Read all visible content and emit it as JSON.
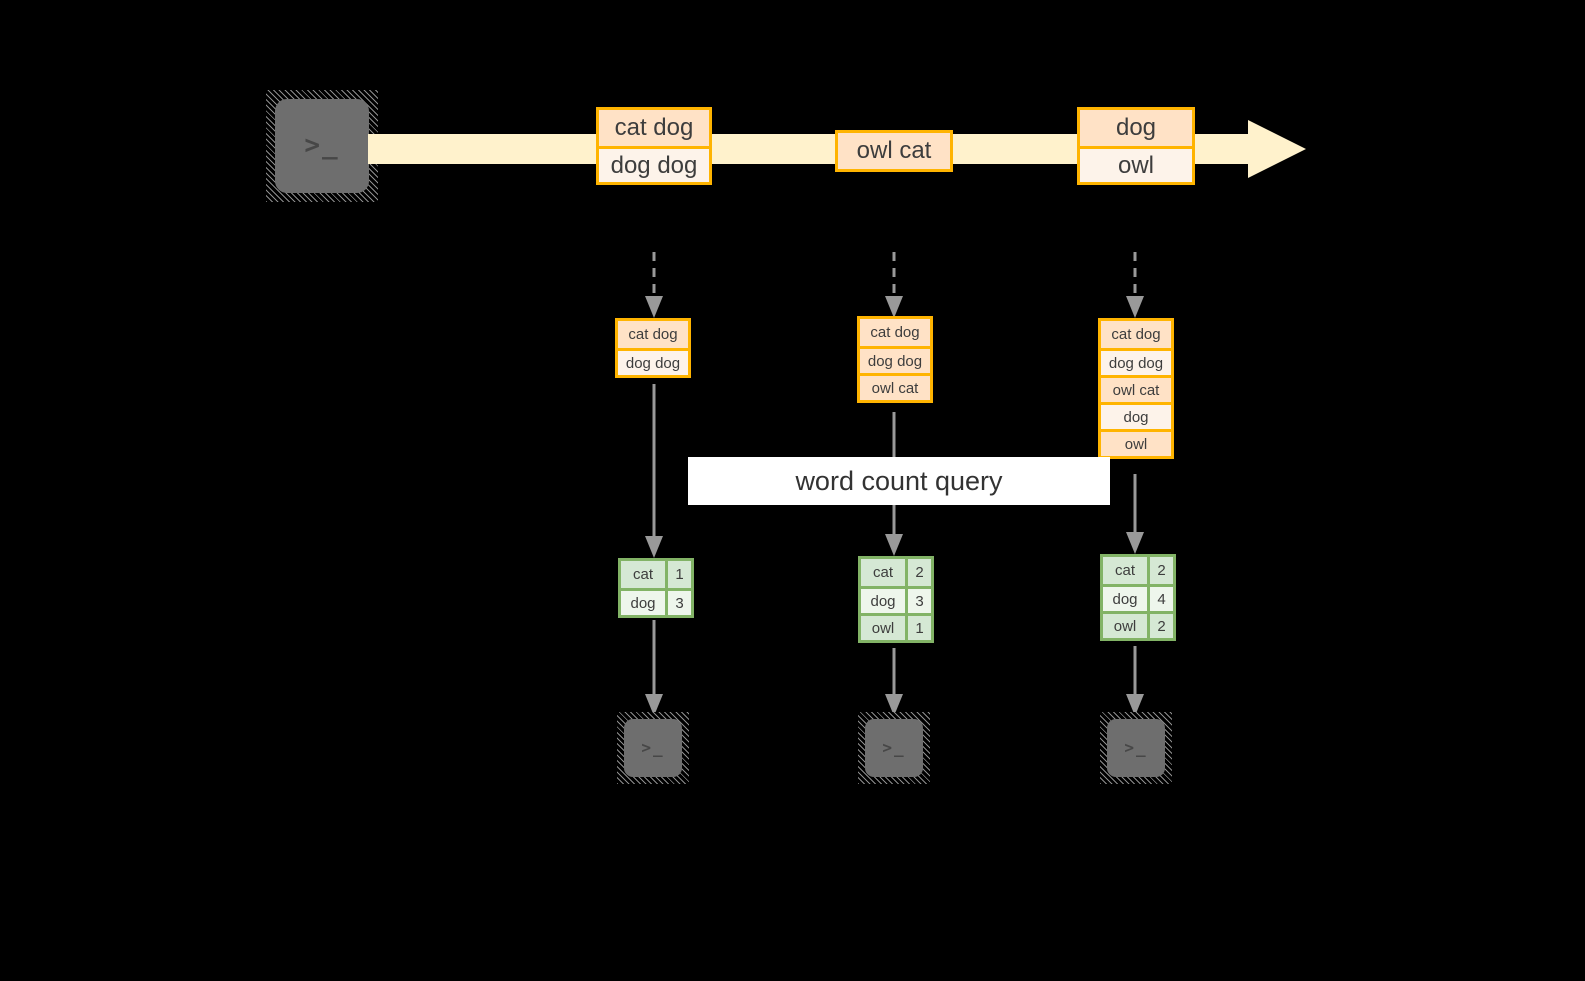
{
  "diagram": {
    "title_banner": "word count query",
    "source": {
      "icon": "terminal-icon",
      "glyph": ">_"
    },
    "stream": {
      "arrow_color": "#FFF2CC",
      "records": [
        {
          "lines": [
            "cat dog",
            "dog dog"
          ]
        },
        {
          "lines": [
            "owl cat"
          ]
        },
        {
          "lines": [
            "dog",
            "owl"
          ]
        }
      ]
    },
    "snapshots": [
      {
        "id": "snapshot-1",
        "input_lines": [
          "cat dog",
          "dog dog"
        ],
        "counts": [
          {
            "word": "cat",
            "count": "1"
          },
          {
            "word": "dog",
            "count": "3"
          }
        ],
        "sink": {
          "icon": "terminal-icon",
          "glyph": ">_"
        }
      },
      {
        "id": "snapshot-2",
        "input_lines": [
          "cat dog",
          "dog dog",
          "owl cat"
        ],
        "counts": [
          {
            "word": "cat",
            "count": "2"
          },
          {
            "word": "dog",
            "count": "3"
          },
          {
            "word": "owl",
            "count": "1"
          }
        ],
        "sink": {
          "icon": "terminal-icon",
          "glyph": ">_"
        }
      },
      {
        "id": "snapshot-3",
        "input_lines": [
          "cat dog",
          "dog dog",
          "owl cat",
          "dog",
          "owl"
        ],
        "counts": [
          {
            "word": "cat",
            "count": "2"
          },
          {
            "word": "dog",
            "count": "4"
          },
          {
            "word": "owl",
            "count": "2"
          }
        ],
        "sink": {
          "icon": "terminal-icon",
          "glyph": ">_"
        }
      }
    ],
    "colors": {
      "record_border": "#FFB400",
      "record_fill_dark": "#FFE2C6",
      "record_fill_light": "#FDF3EA",
      "count_border": "#82B366",
      "count_fill_dark": "#D5E8D4",
      "count_fill_light": "#EEF6EC",
      "stream_fill": "#FFF2CC",
      "connector": "#999999",
      "terminal_fill": "#6E6E6E",
      "background": "#000000"
    }
  }
}
